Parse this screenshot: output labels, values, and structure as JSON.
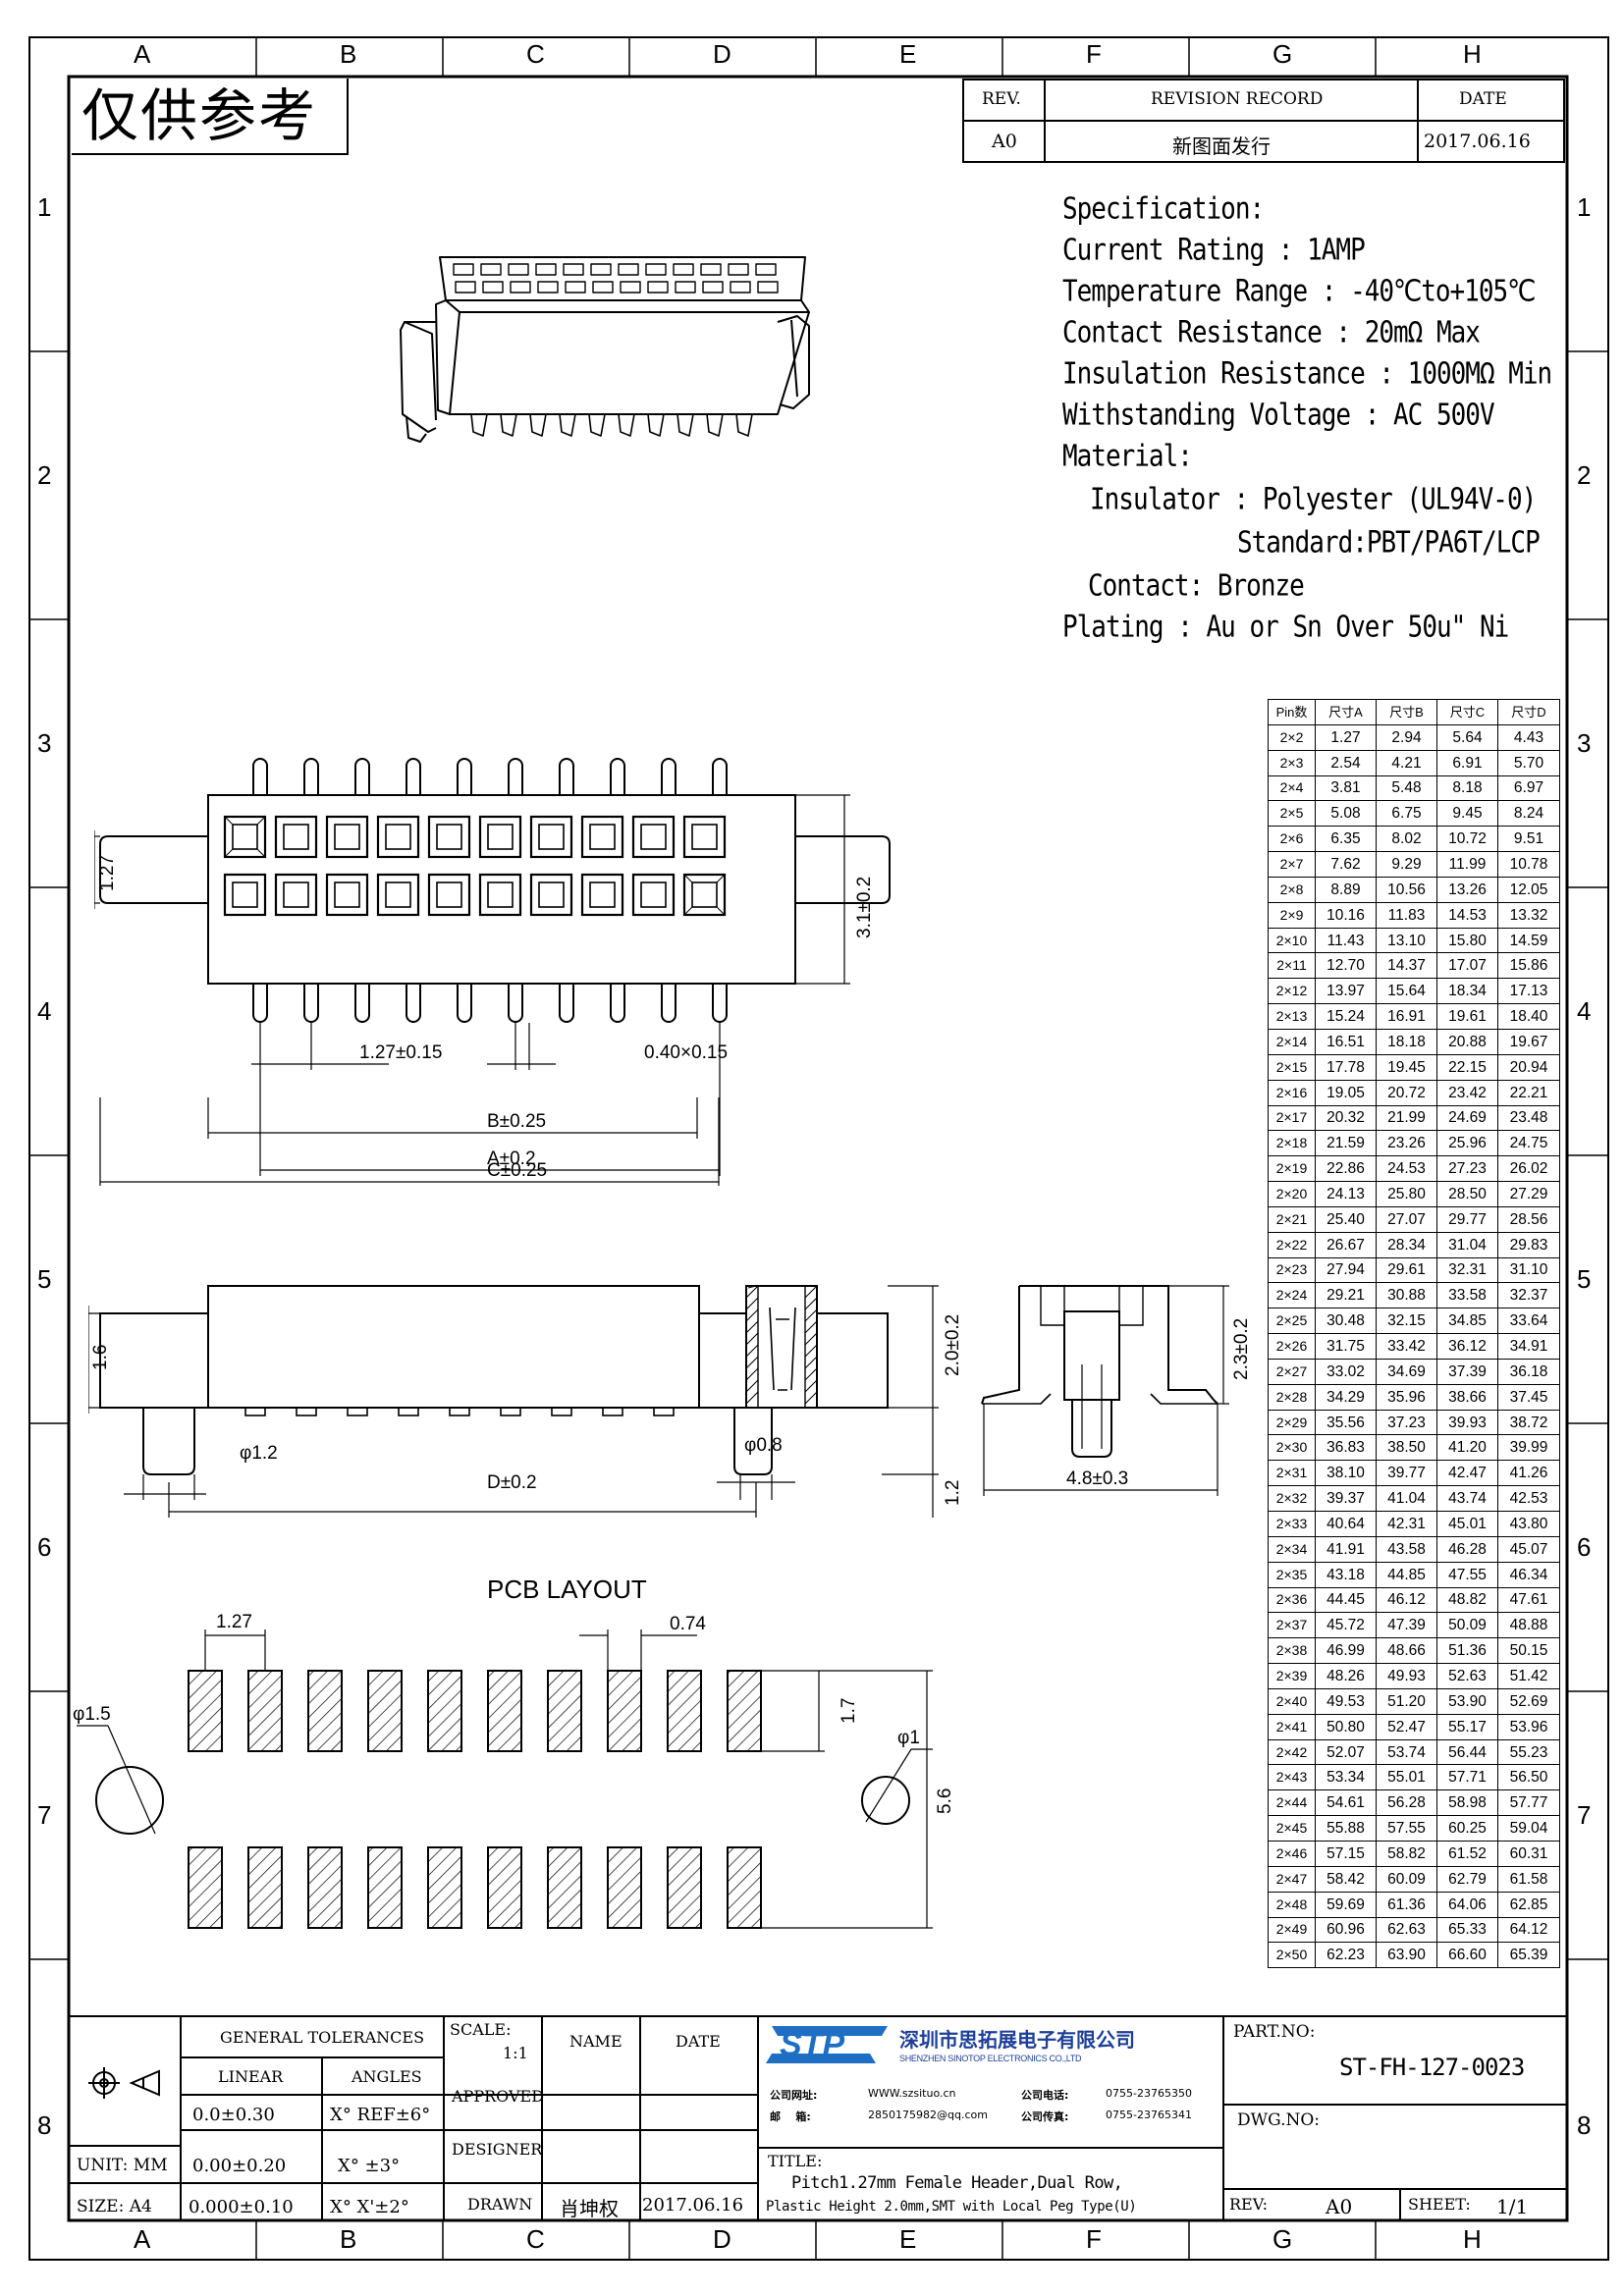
{
  "border": {
    "columns": [
      "A",
      "B",
      "C",
      "D",
      "E",
      "F",
      "G",
      "H"
    ],
    "rows": [
      "1",
      "2",
      "3",
      "4",
      "5",
      "6",
      "7",
      "8"
    ]
  },
  "stamp": "仅供参考",
  "revision": {
    "headers": {
      "rev": "REV.",
      "record": "REVISION RECORD",
      "date": "DATE"
    },
    "rows": [
      {
        "rev": "A0",
        "record": "新图面发行",
        "date": "2017.06.16"
      }
    ]
  },
  "specification": {
    "title": "Specification:",
    "lines": [
      "Current Rating : 1AMP",
      "Temperature Range : -40℃to+105℃",
      "Contact Resistance : 20mΩ Max",
      "Insulation Resistance : 1000MΩ Min",
      "Withstanding Voltage : AC 500V",
      "Material:",
      "Insulator : Polyester (UL94V-0)",
      "Standard:PBT/PA6T/LCP",
      "Contact: Bronze",
      "Plating : Au or Sn Over 50u\" Ni"
    ]
  },
  "dimension_table": {
    "headers": [
      "Pin数",
      "尺寸A",
      "尺寸B",
      "尺寸C",
      "尺寸D"
    ],
    "rows": [
      [
        "2×2",
        "1.27",
        "2.94",
        "5.64",
        "4.43"
      ],
      [
        "2×3",
        "2.54",
        "4.21",
        "6.91",
        "5.70"
      ],
      [
        "2×4",
        "3.81",
        "5.48",
        "8.18",
        "6.97"
      ],
      [
        "2×5",
        "5.08",
        "6.75",
        "9.45",
        "8.24"
      ],
      [
        "2×6",
        "6.35",
        "8.02",
        "10.72",
        "9.51"
      ],
      [
        "2×7",
        "7.62",
        "9.29",
        "11.99",
        "10.78"
      ],
      [
        "2×8",
        "8.89",
        "10.56",
        "13.26",
        "12.05"
      ],
      [
        "2×9",
        "10.16",
        "11.83",
        "14.53",
        "13.32"
      ],
      [
        "2×10",
        "11.43",
        "13.10",
        "15.80",
        "14.59"
      ],
      [
        "2×11",
        "12.70",
        "14.37",
        "17.07",
        "15.86"
      ],
      [
        "2×12",
        "13.97",
        "15.64",
        "18.34",
        "17.13"
      ],
      [
        "2×13",
        "15.24",
        "16.91",
        "19.61",
        "18.40"
      ],
      [
        "2×14",
        "16.51",
        "18.18",
        "20.88",
        "19.67"
      ],
      [
        "2×15",
        "17.78",
        "19.45",
        "22.15",
        "20.94"
      ],
      [
        "2×16",
        "19.05",
        "20.72",
        "23.42",
        "22.21"
      ],
      [
        "2×17",
        "20.32",
        "21.99",
        "24.69",
        "23.48"
      ],
      [
        "2×18",
        "21.59",
        "23.26",
        "25.96",
        "24.75"
      ],
      [
        "2×19",
        "22.86",
        "24.53",
        "27.23",
        "26.02"
      ],
      [
        "2×20",
        "24.13",
        "25.80",
        "28.50",
        "27.29"
      ],
      [
        "2×21",
        "25.40",
        "27.07",
        "29.77",
        "28.56"
      ],
      [
        "2×22",
        "26.67",
        "28.34",
        "31.04",
        "29.83"
      ],
      [
        "2×23",
        "27.94",
        "29.61",
        "32.31",
        "31.10"
      ],
      [
        "2×24",
        "29.21",
        "30.88",
        "33.58",
        "32.37"
      ],
      [
        "2×25",
        "30.48",
        "32.15",
        "34.85",
        "33.64"
      ],
      [
        "2×26",
        "31.75",
        "33.42",
        "36.12",
        "34.91"
      ],
      [
        "2×27",
        "33.02",
        "34.69",
        "37.39",
        "36.18"
      ],
      [
        "2×28",
        "34.29",
        "35.96",
        "38.66",
        "37.45"
      ],
      [
        "2×29",
        "35.56",
        "37.23",
        "39.93",
        "38.72"
      ],
      [
        "2×30",
        "36.83",
        "38.50",
        "41.20",
        "39.99"
      ],
      [
        "2×31",
        "38.10",
        "39.77",
        "42.47",
        "41.26"
      ],
      [
        "2×32",
        "39.37",
        "41.04",
        "43.74",
        "42.53"
      ],
      [
        "2×33",
        "40.64",
        "42.31",
        "45.01",
        "43.80"
      ],
      [
        "2×34",
        "41.91",
        "43.58",
        "46.28",
        "45.07"
      ],
      [
        "2×35",
        "43.18",
        "44.85",
        "47.55",
        "46.34"
      ],
      [
        "2×36",
        "44.45",
        "46.12",
        "48.82",
        "47.61"
      ],
      [
        "2×37",
        "45.72",
        "47.39",
        "50.09",
        "48.88"
      ],
      [
        "2×38",
        "46.99",
        "48.66",
        "51.36",
        "50.15"
      ],
      [
        "2×39",
        "48.26",
        "49.93",
        "52.63",
        "51.42"
      ],
      [
        "2×40",
        "49.53",
        "51.20",
        "53.90",
        "52.69"
      ],
      [
        "2×41",
        "50.80",
        "52.47",
        "55.17",
        "53.96"
      ],
      [
        "2×42",
        "52.07",
        "53.74",
        "56.44",
        "55.23"
      ],
      [
        "2×43",
        "53.34",
        "55.01",
        "57.71",
        "56.50"
      ],
      [
        "2×44",
        "54.61",
        "56.28",
        "58.98",
        "57.77"
      ],
      [
        "2×45",
        "55.88",
        "57.55",
        "60.25",
        "59.04"
      ],
      [
        "2×46",
        "57.15",
        "58.82",
        "61.52",
        "60.31"
      ],
      [
        "2×47",
        "58.42",
        "60.09",
        "62.79",
        "61.58"
      ],
      [
        "2×48",
        "59.69",
        "61.36",
        "64.06",
        "62.85"
      ],
      [
        "2×49",
        "60.96",
        "62.63",
        "65.33",
        "64.12"
      ],
      [
        "2×50",
        "62.23",
        "63.90",
        "66.60",
        "65.39"
      ]
    ]
  },
  "drawing_labels": {
    "top_h127": "1.27",
    "top_h31": "3.1±0.2",
    "pitch": "1.27±0.15",
    "pin_w": "0.40×0.15",
    "dim_a": "A±0.2",
    "dim_b": "B±0.25",
    "dim_c": "C±0.25",
    "side_16": "1.6",
    "side_20": "2.0±0.2",
    "side_12": "1.2",
    "phi12": "φ1.2",
    "phi08": "φ0.8",
    "dim_d": "D±0.2",
    "end_23": "2.3±0.2",
    "end_48": "4.8±0.3",
    "pcb_title": "PCB LAYOUT",
    "pcb_127": "1.27",
    "pcb_074": "0.74",
    "pcb_phi15": "φ1.5",
    "pcb_phi1": "φ1",
    "pcb_17": "1.7",
    "pcb_56": "5.6"
  },
  "title_block": {
    "general_tolerances": "GENERAL TOLERANCES",
    "linear": "LINEAR",
    "angles": "ANGLES",
    "tol_rows": [
      {
        "linear": "0.0±0.30",
        "angle": "X° REF±6°"
      },
      {
        "linear": "0.00±0.20",
        "angle": "X° ±3°"
      },
      {
        "linear": "0.000±0.10",
        "angle": "X° X'±2°"
      }
    ],
    "unit": "UNIT: MM",
    "size": "SIZE: A4",
    "scale_label": "SCALE:",
    "scale_value": "1:1",
    "name": "NAME",
    "date": "DATE",
    "approved": "APPROVED",
    "designer": "DESIGNER",
    "drawn": "DRAWN",
    "drawn_name": "肖坤权",
    "drawn_date": "2017.06.16",
    "company_cn": "深圳市思拓展电子有限公司",
    "company_en": "SHENZHEN SINOTOP ELECTRONICS CO.,LTD",
    "website_label": "公司网址:",
    "website": "WWW.szsituo.cn",
    "phone_label": "公司电话:",
    "phone": "0755-23765350",
    "email_label": "邮    箱:",
    "email": "2850175982@qq.com",
    "fax_label": "公司传真:",
    "fax": "0755-23765341",
    "logo_text": "STP",
    "title_label": "TITLE:",
    "title_line1": "Pitch1.27mm Female Header,Dual Row,",
    "title_line2": "Plastic Height 2.0mm,SMT with Local Peg Type(U)",
    "part_no_label": "PART.NO:",
    "part_no": "ST-FH-127-0023",
    "dwg_no_label": "DWG.NO:",
    "rev_label": "REV:",
    "rev_value": "A0",
    "sheet_label": "SHEET:",
    "sheet_value": "1/1"
  }
}
